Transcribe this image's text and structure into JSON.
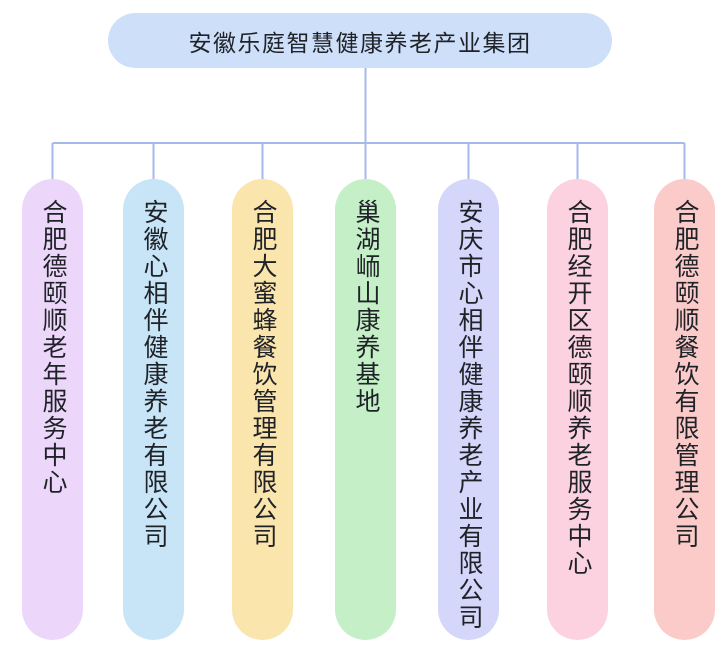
{
  "root": {
    "name": "安徽乐庭智慧健康养老产业集团",
    "fill": "#cedff9"
  },
  "connector_color": "#a6baea",
  "text_color": "#1f2227",
  "children": [
    {
      "name": "合肥德颐顺老年服务中心",
      "fill": "#ecd7fb"
    },
    {
      "name": "安徽心相伴健康养老有限公司",
      "fill": "#c8e5f8"
    },
    {
      "name": "合肥大蜜蜂餐饮管理有限公司",
      "fill": "#fae5ad"
    },
    {
      "name": "巢湖峏山康养基地",
      "fill": "#c4efc7"
    },
    {
      "name": "安庆市心相伴健康养老产业有限公司",
      "fill": "#d4d6fa"
    },
    {
      "name": "合肥经开区德颐顺养老服务中心",
      "fill": "#fcd2e0"
    },
    {
      "name": "合肥德颐顺餐饮有限管理公司",
      "fill": "#fbcbc9"
    }
  ]
}
